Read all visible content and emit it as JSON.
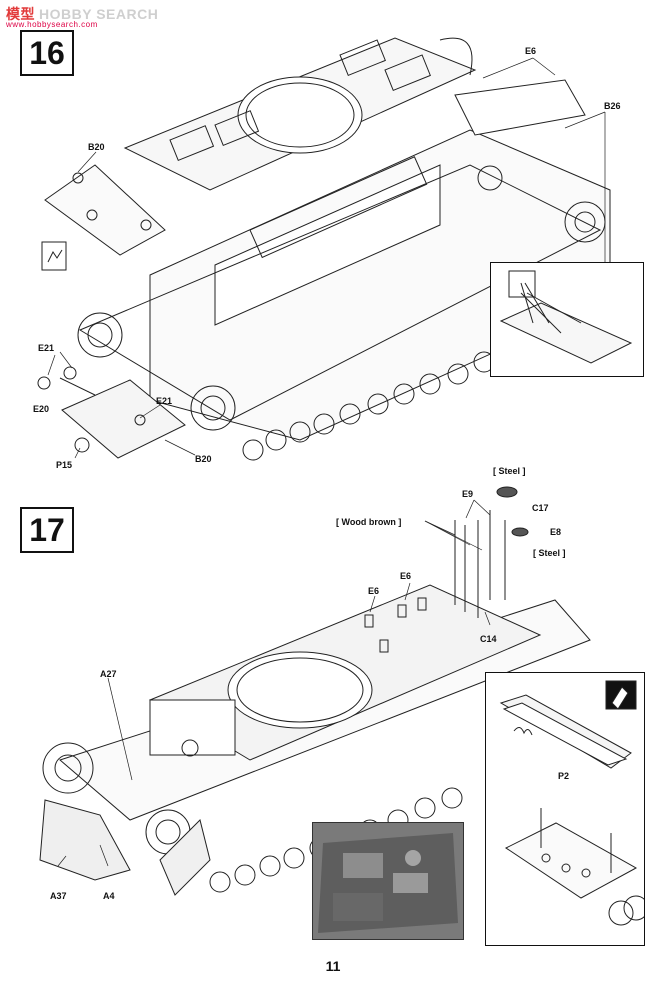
{
  "watermark": {
    "cn": "模型",
    "text": "HOBBY SEARCH",
    "url": "www.hobbysearch.com"
  },
  "steps": {
    "step16": "16",
    "step17": "17"
  },
  "step16_labels": {
    "e6": "E6",
    "b26": "B26",
    "b20_top": "B20",
    "e21_left": "E21",
    "e20": "E20",
    "e21_bottom": "E21",
    "p15": "P15",
    "b20_bottom": "B20"
  },
  "step17_labels": {
    "steel_top": "[ Steel ]",
    "e9": "E9",
    "c17": "C17",
    "wood_brown": "[ Wood brown ]",
    "e8": "E8",
    "steel_bottom": "[ Steel ]",
    "e6_a": "E6",
    "e6_b": "E6",
    "c14": "C14",
    "a27": "A27",
    "p2": "P2",
    "a37": "A37",
    "a4": "A4"
  },
  "page_number": "11"
}
